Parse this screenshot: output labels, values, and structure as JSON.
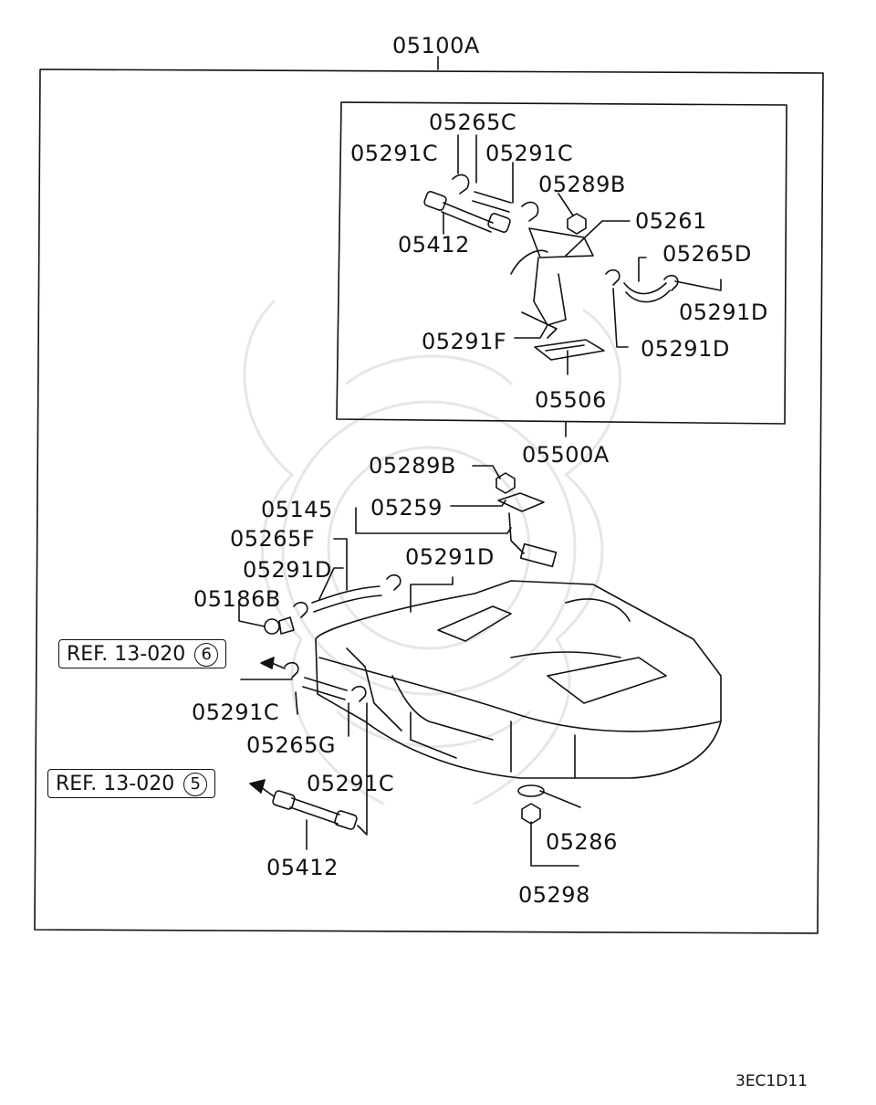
{
  "labels": {
    "assembly_main": "05100A",
    "pump_assembly": "05500A",
    "hose_05265C": "05265C",
    "clamp_05291C_a": "05291C",
    "clamp_05291C_b": "05291C",
    "nut_05289B_top": "05289B",
    "pump_05261": "05261",
    "hose_05412_top": "05412",
    "hose_05265D": "05265D",
    "clamp_05291D_a": "05291D",
    "clamp_05291F": "05291F",
    "clamp_05291D_b": "05291D",
    "gasket_05506": "05506",
    "nut_05289B": "05289B",
    "gauge_05145": "05145",
    "gauge_05259": "05259",
    "hose_05265F": "05265F",
    "clamp_05291D_c": "05291D",
    "clamp_05291D_d": "05291D",
    "valve_05186B": "05186B",
    "clamp_05291C_c": "05291C",
    "hose_05265G": "05265G",
    "clamp_05291C_d": "05291C",
    "hose_05412_bottom": "05412",
    "gasket_05286": "05286",
    "plug_05298": "05298"
  },
  "refs": {
    "ref_upper": {
      "text": "REF. 13-020",
      "num": "6"
    },
    "ref_lower": {
      "text": "REF. 13-020",
      "num": "5"
    }
  },
  "diagram_code": "3EC1D11"
}
